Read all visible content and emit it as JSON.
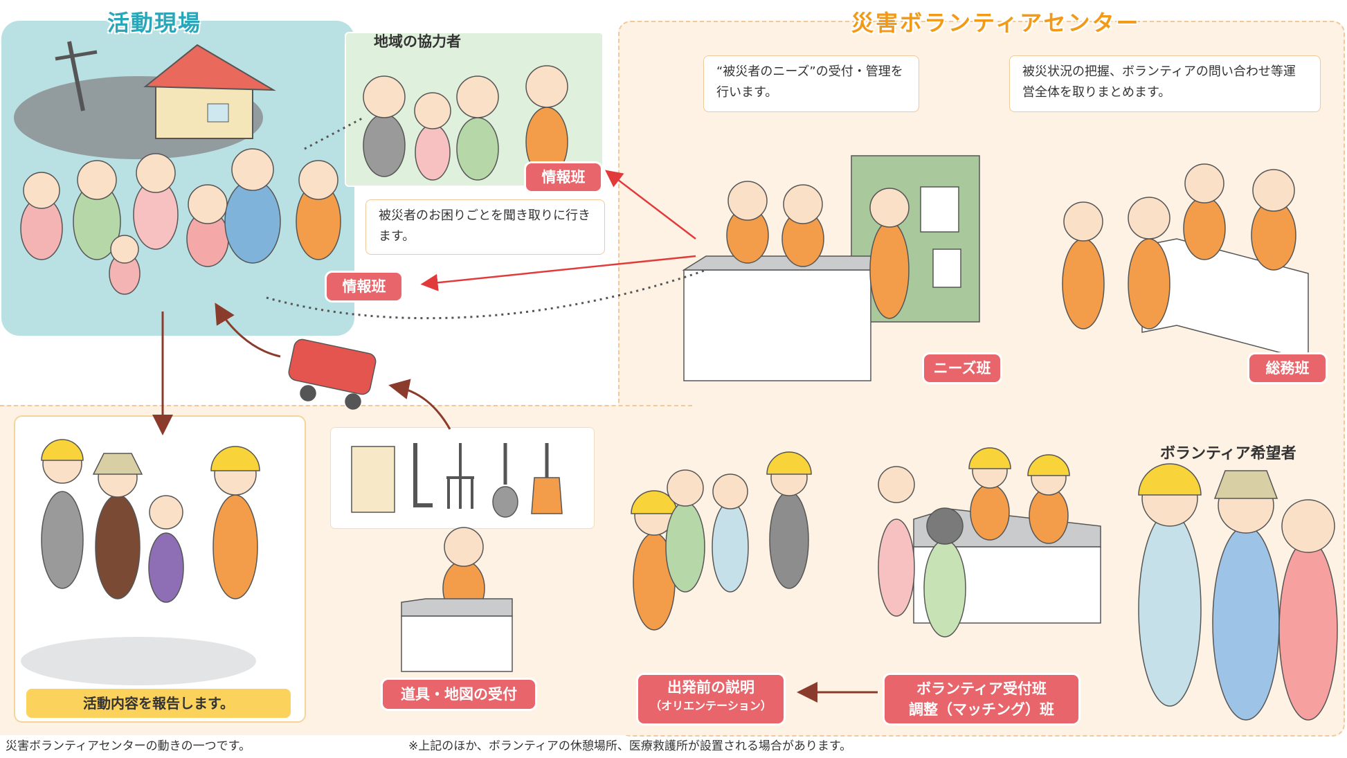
{
  "titles": {
    "field": "活動現場",
    "center": "災害ボランティアセンター",
    "cooperators": "地域の協力者",
    "volunteer_applicants": "ボランティア希望者"
  },
  "bubbles": {
    "needs": "“被災者のニーズ”の受付・管理を行います。",
    "general": "被災状況の把握、ボランティアの問い合わせ等運営全体を取りまとめます。",
    "info": "被災者のお困りごとを聞き取りに行きます。"
  },
  "labels": {
    "info_team_upper": "情報班",
    "info_team_lower": "情報班",
    "needs_team": "ニーズ班",
    "general_affairs_team": "総務班",
    "tools_map_reception": "道具・地図の受付",
    "orientation_title": "出発前の説明",
    "orientation_sub": "（オリエンテーション）",
    "volunteer_reception_1": "ボランティア受付班",
    "volunteer_reception_2": "調整（マッチング）班",
    "report": "活動内容を報告します。"
  },
  "footnotes": {
    "left": "災害ボランティアセンターの動きの一つです。",
    "right": "※上記のほか、ボランティアの休憩場所、医療救護所が設置される場合があります。"
  },
  "colors": {
    "label_red": "#e8656b",
    "arrow_red": "#e23a3a",
    "arrow_brown": "#8a3b2c",
    "title_teal": "#2aa6b9",
    "title_orange": "#f29a17",
    "field_bg": "#b9e0e2",
    "center_bg": "#fdf2e4",
    "report_yellow": "#fbd25c"
  }
}
